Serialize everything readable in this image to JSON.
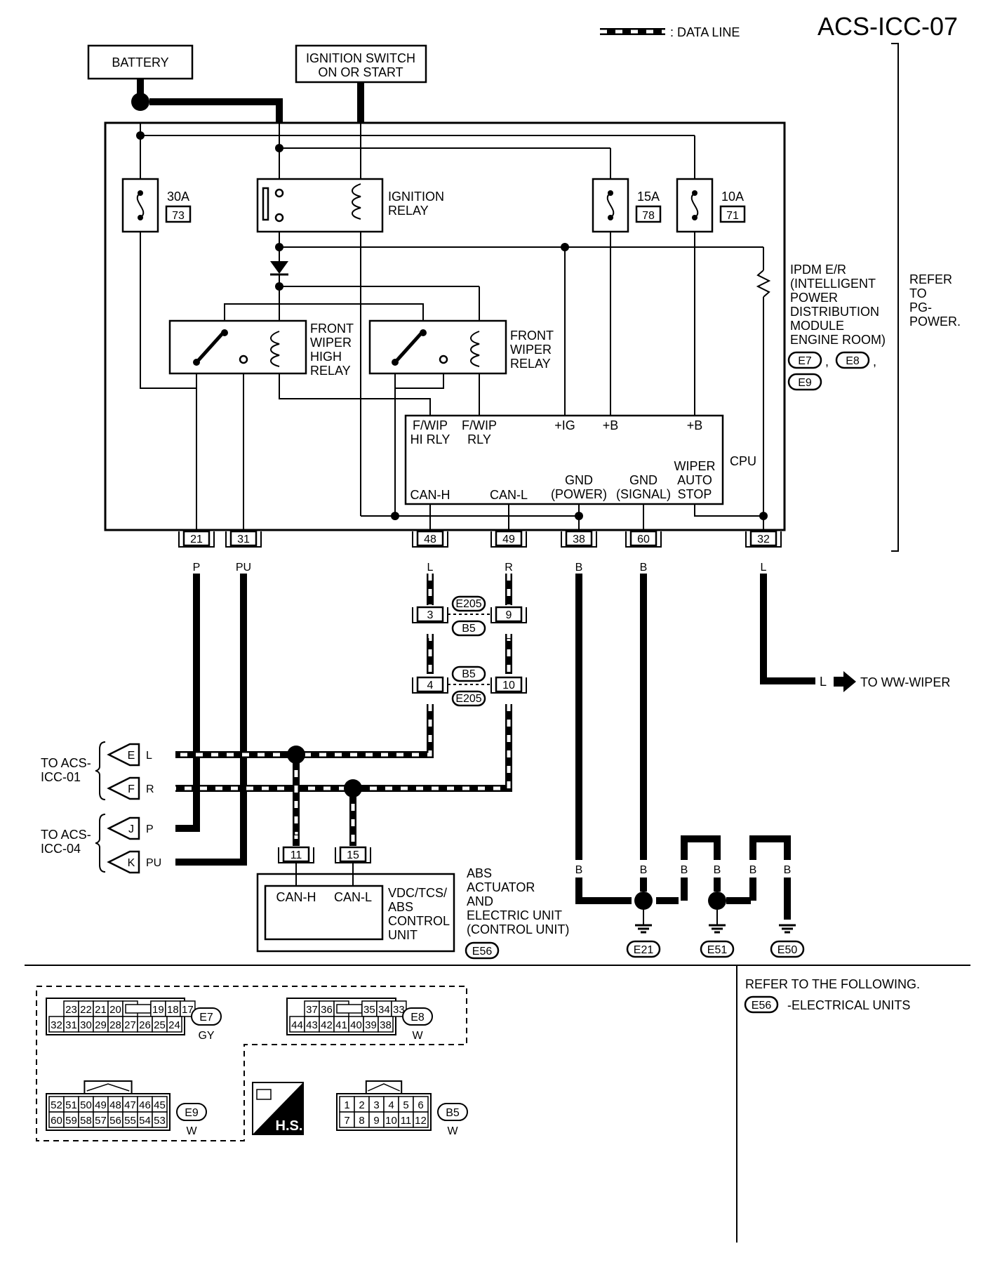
{
  "page_id": "ACS-ICC-07",
  "legend": {
    "data_line": ": DATA LINE"
  },
  "power": {
    "battery": "BATTERY",
    "ignition": [
      "IGNITION SWITCH",
      "ON OR START"
    ]
  },
  "fuses": [
    {
      "amp": "30A",
      "num": "73"
    },
    {
      "amp": "15A",
      "num": "78"
    },
    {
      "amp": "10A",
      "num": "71"
    }
  ],
  "relays": {
    "ignition": [
      "IGNITION",
      "RELAY"
    ],
    "wiper_high": [
      "FRONT",
      "WIPER",
      "HIGH",
      "RELAY"
    ],
    "wiper": [
      "FRONT",
      "WIPER",
      "RELAY"
    ]
  },
  "ipdm": {
    "name": [
      "IPDM E/R",
      "(INTELLIGENT",
      "POWER",
      "DISTRIBUTION",
      "MODULE",
      "ENGINE ROOM)"
    ],
    "connectors": [
      "E7",
      "E8",
      "E9"
    ],
    "refer": [
      "REFER",
      "TO",
      "PG-",
      "POWER."
    ]
  },
  "cpu": {
    "label": "CPU",
    "top_pins": [
      [
        "F/WIP",
        "HI RLY"
      ],
      [
        "F/WIP",
        "RLY"
      ],
      [
        "+IG"
      ],
      [
        "+B"
      ],
      [
        "+B"
      ]
    ],
    "bottom_pins": [
      [
        "CAN-H"
      ],
      [
        "CAN-L"
      ],
      [
        "GND",
        "(POWER)"
      ],
      [
        "GND",
        "(SIGNAL)"
      ],
      [
        "WIPER",
        "AUTO",
        "STOP"
      ]
    ]
  },
  "ipdm_terminals": [
    {
      "num": "21",
      "color": "P"
    },
    {
      "num": "31",
      "color": "PU"
    },
    {
      "num": "48",
      "color": "L"
    },
    {
      "num": "49",
      "color": "R"
    },
    {
      "num": "38",
      "color": "B"
    },
    {
      "num": "60",
      "color": "B"
    },
    {
      "num": "32",
      "color": "L"
    }
  ],
  "harness": {
    "upper": {
      "left": "3",
      "right": "9",
      "top": "E205",
      "bottom": "B5"
    },
    "lower": {
      "left": "4",
      "right": "10",
      "top": "B5",
      "bottom": "E205"
    },
    "wire_l": "L",
    "wire_r": "R"
  },
  "to_ww_wiper": {
    "color": "L",
    "text": "TO WW-WIPER"
  },
  "offpage": {
    "icc01": {
      "label": [
        "TO ACS-",
        "ICC-01"
      ],
      "refs": [
        {
          "letter": "E",
          "color": "L"
        },
        {
          "letter": "F",
          "color": "R"
        }
      ]
    },
    "icc04": {
      "label": [
        "TO ACS-",
        "ICC-04"
      ],
      "refs": [
        {
          "letter": "J",
          "color": "P"
        },
        {
          "letter": "K",
          "color": "PU"
        }
      ]
    }
  },
  "abs": {
    "terminals": [
      {
        "num": "11",
        "color": "L"
      },
      {
        "num": "15",
        "color": "R"
      }
    ],
    "pins": [
      "CAN-H",
      "CAN-L"
    ],
    "inner": [
      "VDC/TCS/",
      "ABS",
      "CONTROL",
      "UNIT"
    ],
    "outer": [
      "ABS",
      "ACTUATOR",
      "AND",
      "ELECTRIC UNIT",
      "(CONTROL UNIT)"
    ],
    "connector": "E56"
  },
  "grounds": {
    "wire": "B",
    "labels": [
      "E21",
      "E51",
      "E50"
    ]
  },
  "connectors": {
    "e7": {
      "row1": [
        "23",
        "22",
        "21",
        "20",
        "",
        "19",
        "18",
        "17"
      ],
      "row2": [
        "32",
        "31",
        "30",
        "29",
        "28",
        "27",
        "26",
        "25",
        "24"
      ],
      "id": "E7",
      "color": "GY"
    },
    "e8": {
      "row1": [
        "37",
        "36",
        "",
        "35",
        "34",
        "33"
      ],
      "row2": [
        "44",
        "43",
        "42",
        "41",
        "40",
        "39",
        "38"
      ],
      "id": "E8",
      "color": "W"
    },
    "e9": {
      "row1": [
        "52",
        "51",
        "50",
        "49",
        "48",
        "47",
        "46",
        "45"
      ],
      "row2": [
        "60",
        "59",
        "58",
        "57",
        "56",
        "55",
        "54",
        "53"
      ],
      "id": "E9",
      "color": "W"
    },
    "b5": {
      "row1": [
        "1",
        "2",
        "3",
        "4",
        "5",
        "6"
      ],
      "row2": [
        "7",
        "8",
        "9",
        "10",
        "11",
        "12"
      ],
      "id": "B5",
      "color": "W"
    },
    "hs": "H.S."
  },
  "refer_following": {
    "title": "REFER TO THE FOLLOWING.",
    "connector": "E56",
    "desc": "-ELECTRICAL UNITS"
  }
}
